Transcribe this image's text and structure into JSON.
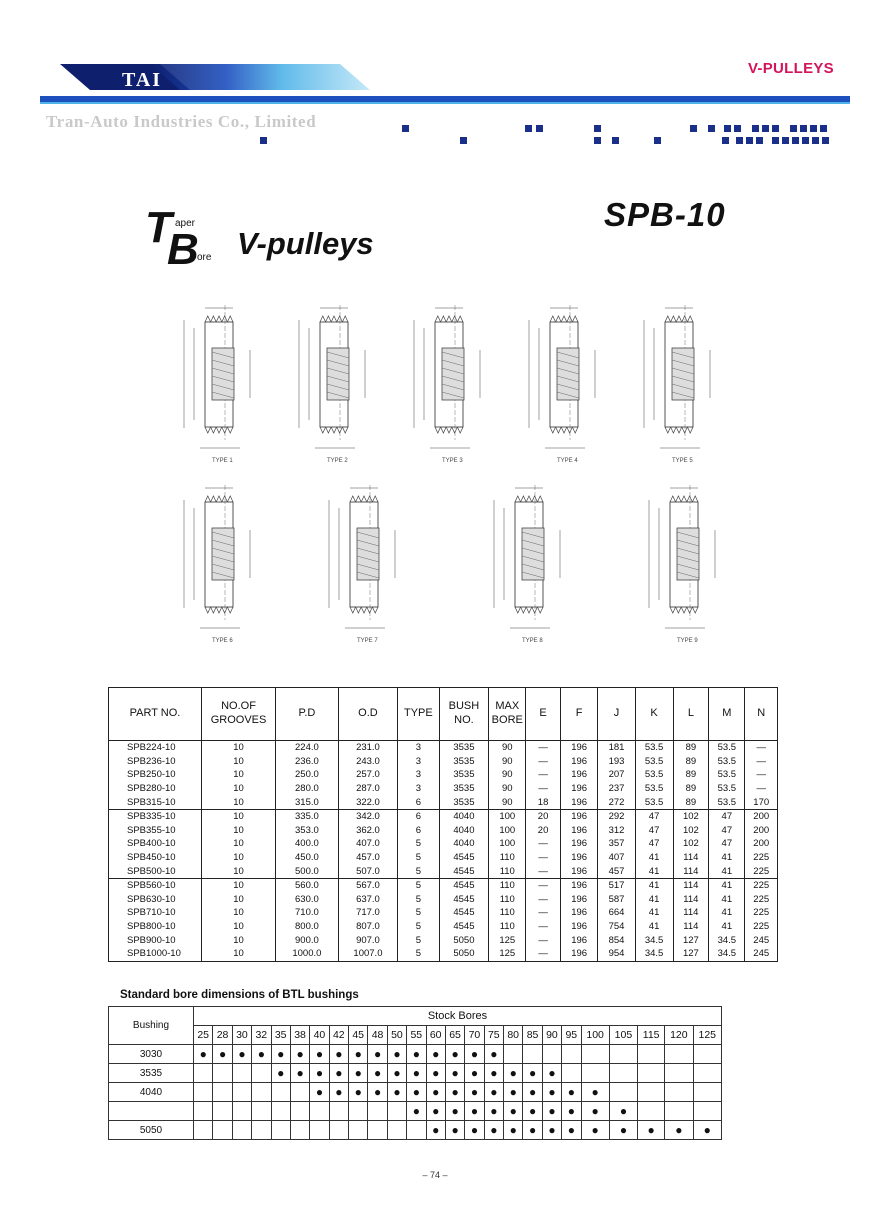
{
  "header": {
    "logo_text": "TAI",
    "section_title": "V-PULLEYS",
    "company": "Tran-Auto Industries Co., Limited"
  },
  "brand": {
    "big_t": "T",
    "big_b": "B",
    "aper": "aper",
    "ore": "ore",
    "product": "V-pulleys",
    "model": "SPB-10"
  },
  "diagram_labels": [
    "TYPE 1",
    "TYPE 2",
    "TYPE 3",
    "TYPE 4",
    "TYPE 5",
    "TYPE 6",
    "TYPE 7",
    "TYPE 8",
    "TYPE 9"
  ],
  "spec_table": {
    "headers": [
      "PART NO.",
      "NO.OF\nGROOVES",
      "P.D",
      "O.D",
      "TYPE",
      "BUSH\nNO.",
      "MAX\nBORE",
      "E",
      "F",
      "J",
      "K",
      "L",
      "M",
      "N"
    ],
    "rows": [
      [
        "SPB224-10",
        "10",
        "224.0",
        "231.0",
        "3",
        "3535",
        "90",
        "—",
        "196",
        "181",
        "53.5",
        "89",
        "53.5",
        "—"
      ],
      [
        "SPB236-10",
        "10",
        "236.0",
        "243.0",
        "3",
        "3535",
        "90",
        "—",
        "196",
        "193",
        "53.5",
        "89",
        "53.5",
        "—"
      ],
      [
        "SPB250-10",
        "10",
        "250.0",
        "257.0",
        "3",
        "3535",
        "90",
        "—",
        "196",
        "207",
        "53.5",
        "89",
        "53.5",
        "—"
      ],
      [
        "SPB280-10",
        "10",
        "280.0",
        "287.0",
        "3",
        "3535",
        "90",
        "—",
        "196",
        "237",
        "53.5",
        "89",
        "53.5",
        "—"
      ],
      [
        "SPB315-10",
        "10",
        "315.0",
        "322.0",
        "6",
        "3535",
        "90",
        "18",
        "196",
        "272",
        "53.5",
        "89",
        "53.5",
        "170"
      ],
      [
        "SPB335-10",
        "10",
        "335.0",
        "342.0",
        "6",
        "4040",
        "100",
        "20",
        "196",
        "292",
        "47",
        "102",
        "47",
        "200"
      ],
      [
        "SPB355-10",
        "10",
        "353.0",
        "362.0",
        "6",
        "4040",
        "100",
        "20",
        "196",
        "312",
        "47",
        "102",
        "47",
        "200"
      ],
      [
        "SPB400-10",
        "10",
        "400.0",
        "407.0",
        "5",
        "4040",
        "100",
        "—",
        "196",
        "357",
        "47",
        "102",
        "47",
        "200"
      ],
      [
        "SPB450-10",
        "10",
        "450.0",
        "457.0",
        "5",
        "4545",
        "110",
        "—",
        "196",
        "407",
        "41",
        "114",
        "41",
        "225"
      ],
      [
        "SPB500-10",
        "10",
        "500.0",
        "507.0",
        "5",
        "4545",
        "110",
        "—",
        "196",
        "457",
        "41",
        "114",
        "41",
        "225"
      ],
      [
        "SPB560-10",
        "10",
        "560.0",
        "567.0",
        "5",
        "4545",
        "110",
        "—",
        "196",
        "517",
        "41",
        "114",
        "41",
        "225"
      ],
      [
        "SPB630-10",
        "10",
        "630.0",
        "637.0",
        "5",
        "4545",
        "110",
        "—",
        "196",
        "587",
        "41",
        "114",
        "41",
        "225"
      ],
      [
        "SPB710-10",
        "10",
        "710.0",
        "717.0",
        "5",
        "4545",
        "110",
        "—",
        "196",
        "664",
        "41",
        "114",
        "41",
        "225"
      ],
      [
        "SPB800-10",
        "10",
        "800.0",
        "807.0",
        "5",
        "4545",
        "110",
        "—",
        "196",
        "754",
        "41",
        "114",
        "41",
        "225"
      ],
      [
        "SPB900-10",
        "10",
        "900.0",
        "907.0",
        "5",
        "5050",
        "125",
        "—",
        "196",
        "854",
        "34.5",
        "127",
        "34.5",
        "245"
      ],
      [
        "SPB1000-10",
        "10",
        "1000.0",
        "1007.0",
        "5",
        "5050",
        "125",
        "—",
        "196",
        "954",
        "34.5",
        "127",
        "34.5",
        "245"
      ]
    ]
  },
  "bore_table": {
    "title": "Standard bore dimensions of BTL bushings",
    "bushing_label": "Bushing",
    "stock_label": "Stock Bores",
    "sizes": [
      "25",
      "28",
      "30",
      "32",
      "35",
      "38",
      "40",
      "42",
      "45",
      "48",
      "50",
      "55",
      "60",
      "65",
      "70",
      "75",
      "80",
      "85",
      "90",
      "95",
      "100",
      "105",
      "115",
      "120",
      "125"
    ],
    "mark": "●",
    "rows": [
      {
        "bushing": "3030",
        "from": 0,
        "to": 15
      },
      {
        "bushing": "3535",
        "from": 4,
        "to": 18
      },
      {
        "bushing": "4040",
        "from": 6,
        "to": 20
      },
      {
        "bushing": "",
        "from": 11,
        "to": 21
      },
      {
        "bushing": "5050",
        "from": 12,
        "to": 24
      }
    ]
  },
  "page_number": "– 74 –"
}
